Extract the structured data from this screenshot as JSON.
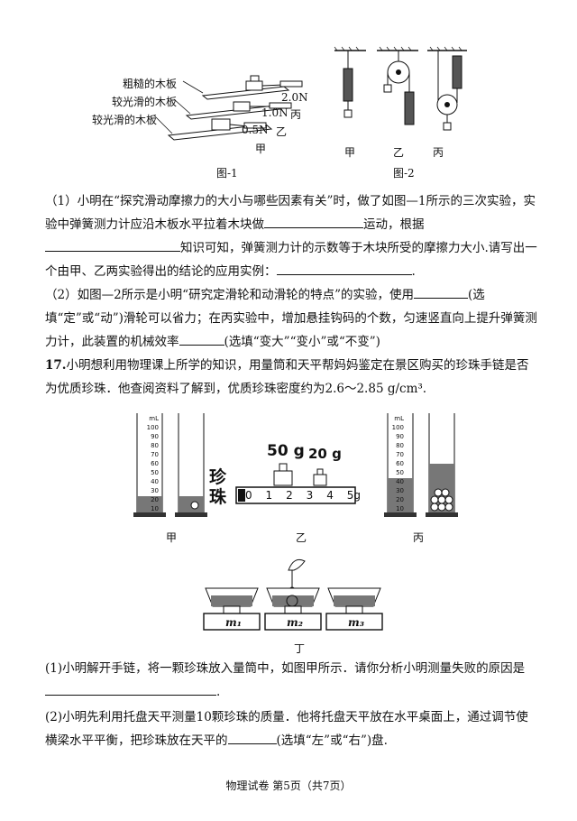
{
  "fig1": {
    "board_rough": "粗糙的木板",
    "board_smooth1": "较光滑的木板",
    "board_smooth2": "较光滑的木板",
    "reading_bing": "2.0N",
    "reading_yi": "1.0N",
    "reading_jia": "0.5N",
    "tag_bing": "丙",
    "tag_yi": "乙",
    "tag_jia": "甲",
    "caption": "图-1"
  },
  "fig2": {
    "tag_jia": "甲",
    "tag_yi": "乙",
    "tag_bing": "丙",
    "caption": "图-2"
  },
  "q16": {
    "p1_a": "（1）小明在“探究滑动摩擦力的大小与哪些因素有关”时，做了如图—1所示的三次实验，实验中弹簧测力计应沿木板水平拉着木块做",
    "p1_b": "运动，根据",
    "p1_c": "知识可知，弹簧测力计的示数等于木块所受的摩擦力大小.请写出一个由甲、乙两实验得出的结论的应用实例：",
    "p1_d": ".",
    "p2_a": "（2）如图—2所示是小明“研究定滑轮和动滑轮的特点”的实验，使用",
    "p2_b": "(选填“定”或“动”)滑轮可以省力；在丙实验中，增加悬挂钩码的个数，匀速竖直向上提升弹簧测力计，此装置的机械效率",
    "p2_c": "(选填“变大”“变小”或“不变”)"
  },
  "q17": {
    "number": "17.",
    "intro": "小明想利用物理课上所学的知识，用量筒和天平帮妈妈鉴定在景区购买的珍珠手链是否为优质珍珠．他查阅资料了解到，优质珍珠密度约为2.6～2.85 g/cm³."
  },
  "fig3": {
    "cyl_unit": "mL",
    "scale": [
      "100",
      "90",
      "80",
      "70",
      "60",
      "50",
      "40",
      "30",
      "20",
      "10"
    ],
    "weight_50": "50 g",
    "weight_20": "20 g",
    "pearl_label": "珍珠",
    "rider_ticks": [
      "0",
      "1",
      "2",
      "3",
      "4",
      "5g"
    ],
    "tag_jia": "甲",
    "tag_yi": "乙",
    "tag_bing": "丙",
    "tag_ding": "丁",
    "m1": "m₁",
    "m2": "m₂",
    "m3": "m₃"
  },
  "q17_parts": {
    "s1": "(1)小明解开手链，将一颗珍珠放入量筒中，如图甲所示．请你分析小明测量失败的原因是",
    "s1_end": ".",
    "s2_a": "(2)小明先利用托盘天平测量10颗珍珠的质量．他将托盘天平放在水平桌面上，通过调节使横梁水平平衡，把珍珠放在天平的",
    "s2_b": "(选填“左”或“右”)盘."
  },
  "footer": "物理试卷 第5页（共7页）"
}
